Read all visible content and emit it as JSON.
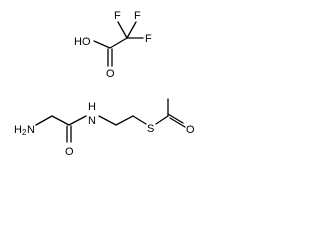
{
  "labels": {
    "tfa_f_top_left": "F",
    "tfa_f_top_right": "F",
    "tfa_f_right": "F",
    "tfa_oh": "HO",
    "tfa_carbonyl_o": "O",
    "amine_h": "H",
    "amine_sub": "2",
    "amine_n": "N",
    "amide_n": "N",
    "amide_h": "H",
    "amide_o": "O",
    "thio_s": "S",
    "thioester_o": "O"
  }
}
